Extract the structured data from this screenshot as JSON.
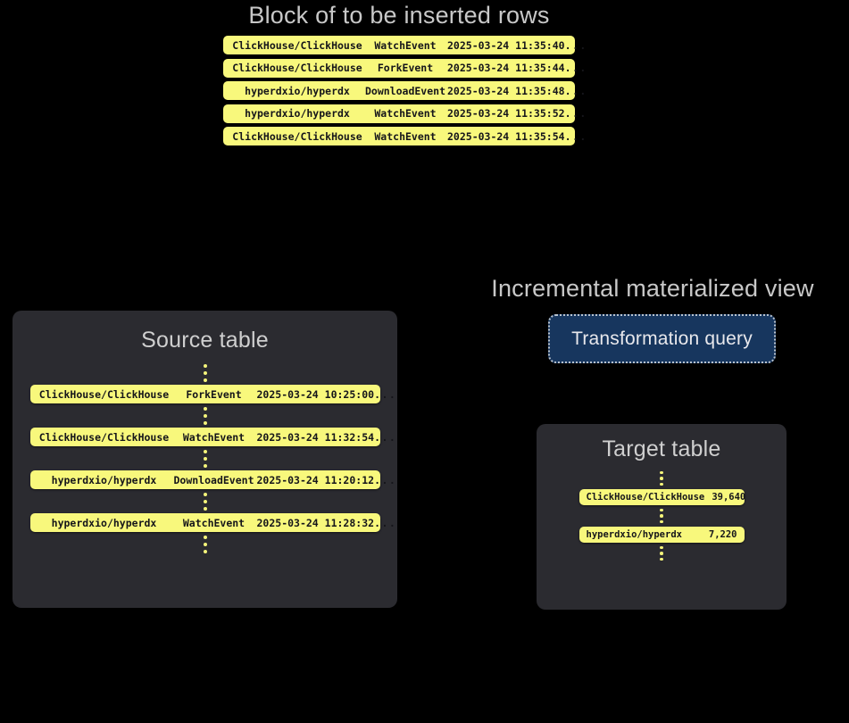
{
  "block": {
    "heading": "Block of to be inserted rows",
    "rows": [
      {
        "repo": "ClickHouse/ClickHouse",
        "event": "WatchEvent",
        "timestamp": "2025-03-24 11:35:40",
        "more": "..."
      },
      {
        "repo": "ClickHouse/ClickHouse",
        "event": "ForkEvent",
        "timestamp": "2025-03-24 11:35:44",
        "more": "..."
      },
      {
        "repo": "hyperdxio/hyperdx",
        "event": "DownloadEvent",
        "timestamp": "2025-03-24 11:35:48",
        "more": "..."
      },
      {
        "repo": "hyperdxio/hyperdx",
        "event": "WatchEvent",
        "timestamp": "2025-03-24 11:35:52",
        "more": "..."
      },
      {
        "repo": "ClickHouse/ClickHouse",
        "event": "WatchEvent",
        "timestamp": "2025-03-24 11:35:54",
        "more": "..."
      }
    ]
  },
  "source_table": {
    "title": "Source table",
    "rows": [
      {
        "repo": "ClickHouse/ClickHouse",
        "event": "ForkEvent",
        "timestamp": "2025-03-24 10:25:00",
        "more": "..."
      },
      {
        "repo": "ClickHouse/ClickHouse",
        "event": "WatchEvent",
        "timestamp": "2025-03-24 11:32:54",
        "more": "..."
      },
      {
        "repo": "hyperdxio/hyperdx",
        "event": "DownloadEvent",
        "timestamp": "2025-03-24 11:20:12",
        "more": "..."
      },
      {
        "repo": "hyperdxio/hyperdx",
        "event": "WatchEvent",
        "timestamp": "2025-03-24 11:28:32",
        "more": "..."
      }
    ]
  },
  "materialized_view": {
    "heading": "Incremental materialized view",
    "query_label": "Transformation query"
  },
  "target_table": {
    "title": "Target table",
    "rows": [
      {
        "repo": "ClickHouse/ClickHouse",
        "count": "39,640"
      },
      {
        "repo": "hyperdxio/hyperdx",
        "count": "7,220"
      }
    ]
  },
  "colors": {
    "background": "#000000",
    "row_yellow": "#f8f87c",
    "row_text": "#15151a",
    "panel_bg": "#2b2b30",
    "heading_text": "#c8c8c8",
    "query_fill": "#17365e",
    "query_border": "#b9c3cf",
    "query_text": "#e8e8ec",
    "dot_yellow": "#f4f47a"
  }
}
